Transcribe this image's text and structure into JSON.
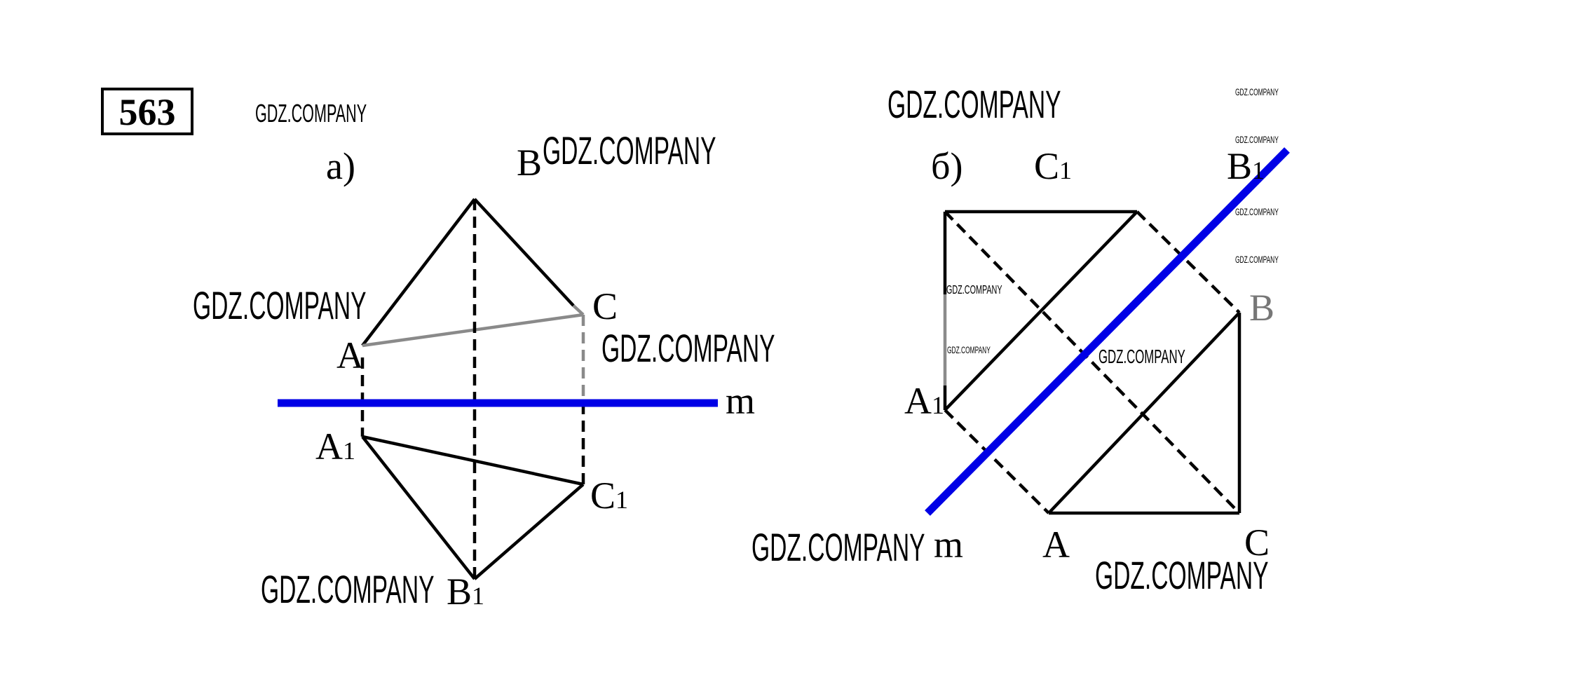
{
  "problem_number": "563",
  "watermark": "GDZ.COMPANY",
  "colors": {
    "axis": "#0000e6",
    "line": "#000000",
    "hidden": "#8a8a8a"
  },
  "figure_a": {
    "caption": "a)",
    "labels": {
      "A": "A",
      "B": "B",
      "C": "C",
      "m": "m",
      "A1": "A",
      "B1": "B",
      "C1": "C",
      "sub": "1"
    }
  },
  "figure_b": {
    "caption": "б)",
    "labels": {
      "A": "A",
      "B": "B",
      "C": "C",
      "m": "m",
      "A1": "A",
      "B1": "B",
      "C1": "C",
      "sub": "1"
    }
  }
}
